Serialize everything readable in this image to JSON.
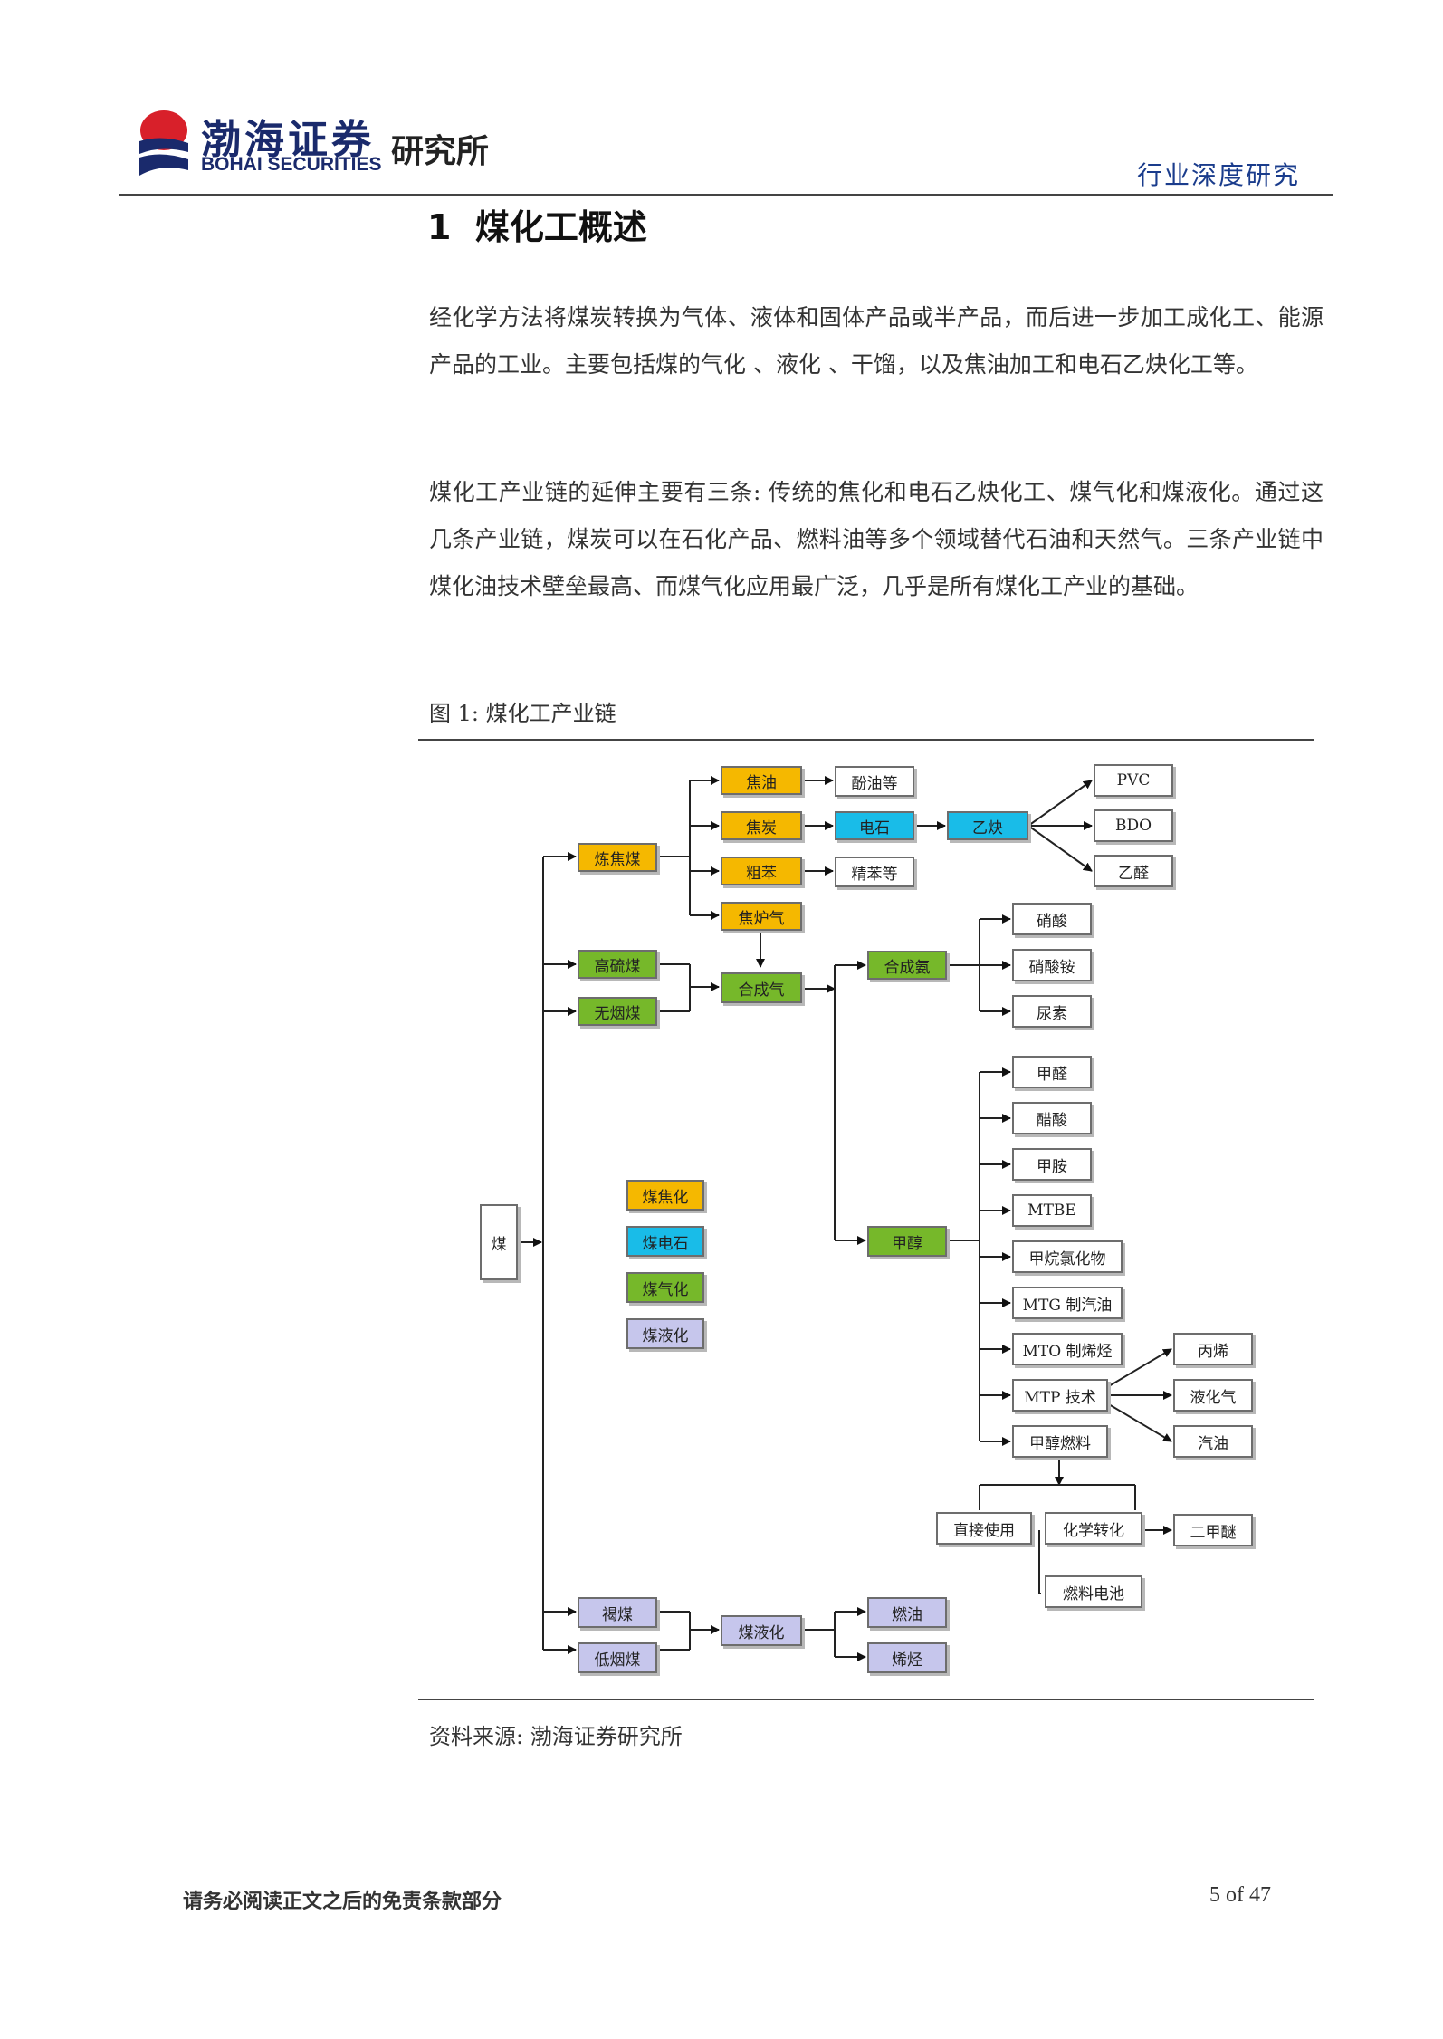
{
  "header": {
    "logo_cn": "渤海证券",
    "logo_en": "BOHAI SECURITIES",
    "logo_institute": "研究所",
    "report_type": "行业深度研究"
  },
  "section": {
    "number": "1",
    "title": "煤化工概述"
  },
  "paragraphs": [
    "经化学方法将煤炭转换为气体、液体和固体产品或半产品，而后进一步加工成化工、能源产品的工业。主要包括煤的气化 、液化 、干馏，以及焦油加工和电石乙炔化工等。",
    "煤化工产业链的延伸主要有三条: 传统的焦化和电石乙炔化工、煤气化和煤液化。通过这几条产业链，煤炭可以在石化产品、燃料油等多个领域替代石油和天然气。三条产业链中煤化油技术壁垒最高、而煤气化应用最广泛，几乎是所有煤化工产业的基础。"
  ],
  "figure": {
    "caption": "图 1:  煤化工产业链",
    "source": "资料来源:  渤海证券研究所",
    "nodes": {
      "coal": "煤",
      "coking_coal": "炼焦煤",
      "coal_tar": "焦油",
      "coke": "焦炭",
      "crude_benzene": "粗苯",
      "coke_oven_gas": "焦炉气",
      "phenol_oil": "酚油等",
      "calcium_carbide": "电石",
      "fine_benzene": "精苯等",
      "acetylene": "乙炔",
      "pvc": "PVC",
      "bdo": "BDO",
      "acetaldehyde": "乙醛",
      "high_sulfur_coal": "高硫煤",
      "anthracite": "无烟煤",
      "syngas": "合成气",
      "synthetic_ammonia": "合成氨",
      "nitric_acid": "硝酸",
      "ammonium_nitrate": "硝酸铵",
      "urea": "尿素",
      "methanol": "甲醇",
      "formaldehyde": "甲醛",
      "acetic_acid": "醋酸",
      "methylamine": "甲胺",
      "mtbe": "MTBE",
      "methyl_chlorides": "甲烷氯化物",
      "mtg": "MTG 制汽油",
      "mto": "MTO 制烯烃",
      "mtp": "MTP 技术",
      "methanol_fuel": "甲醇燃料",
      "propylene": "丙烯",
      "lpg": "液化气",
      "gasoline": "汽油",
      "direct_use": "直接使用",
      "chemical_conversion": "化学转化",
      "dme": "二甲醚",
      "fuel_cell": "燃料电池",
      "lignite": "褐煤",
      "low_rank_coal": "低烟煤",
      "coal_liquefaction": "煤液化",
      "fuel_oil": "燃油",
      "olefins": "烯烃"
    },
    "legend": [
      "煤焦化",
      "煤电石",
      "煤气化",
      "煤液化"
    ],
    "colors": {
      "coking": "#f5b800",
      "carbide": "#19bce8",
      "gasification": "#76b82a",
      "liquefaction": "#c6c6ec"
    }
  },
  "footer": {
    "disclaimer": "请务必阅读正文之后的免责条款部分",
    "page": "5 of 47"
  }
}
